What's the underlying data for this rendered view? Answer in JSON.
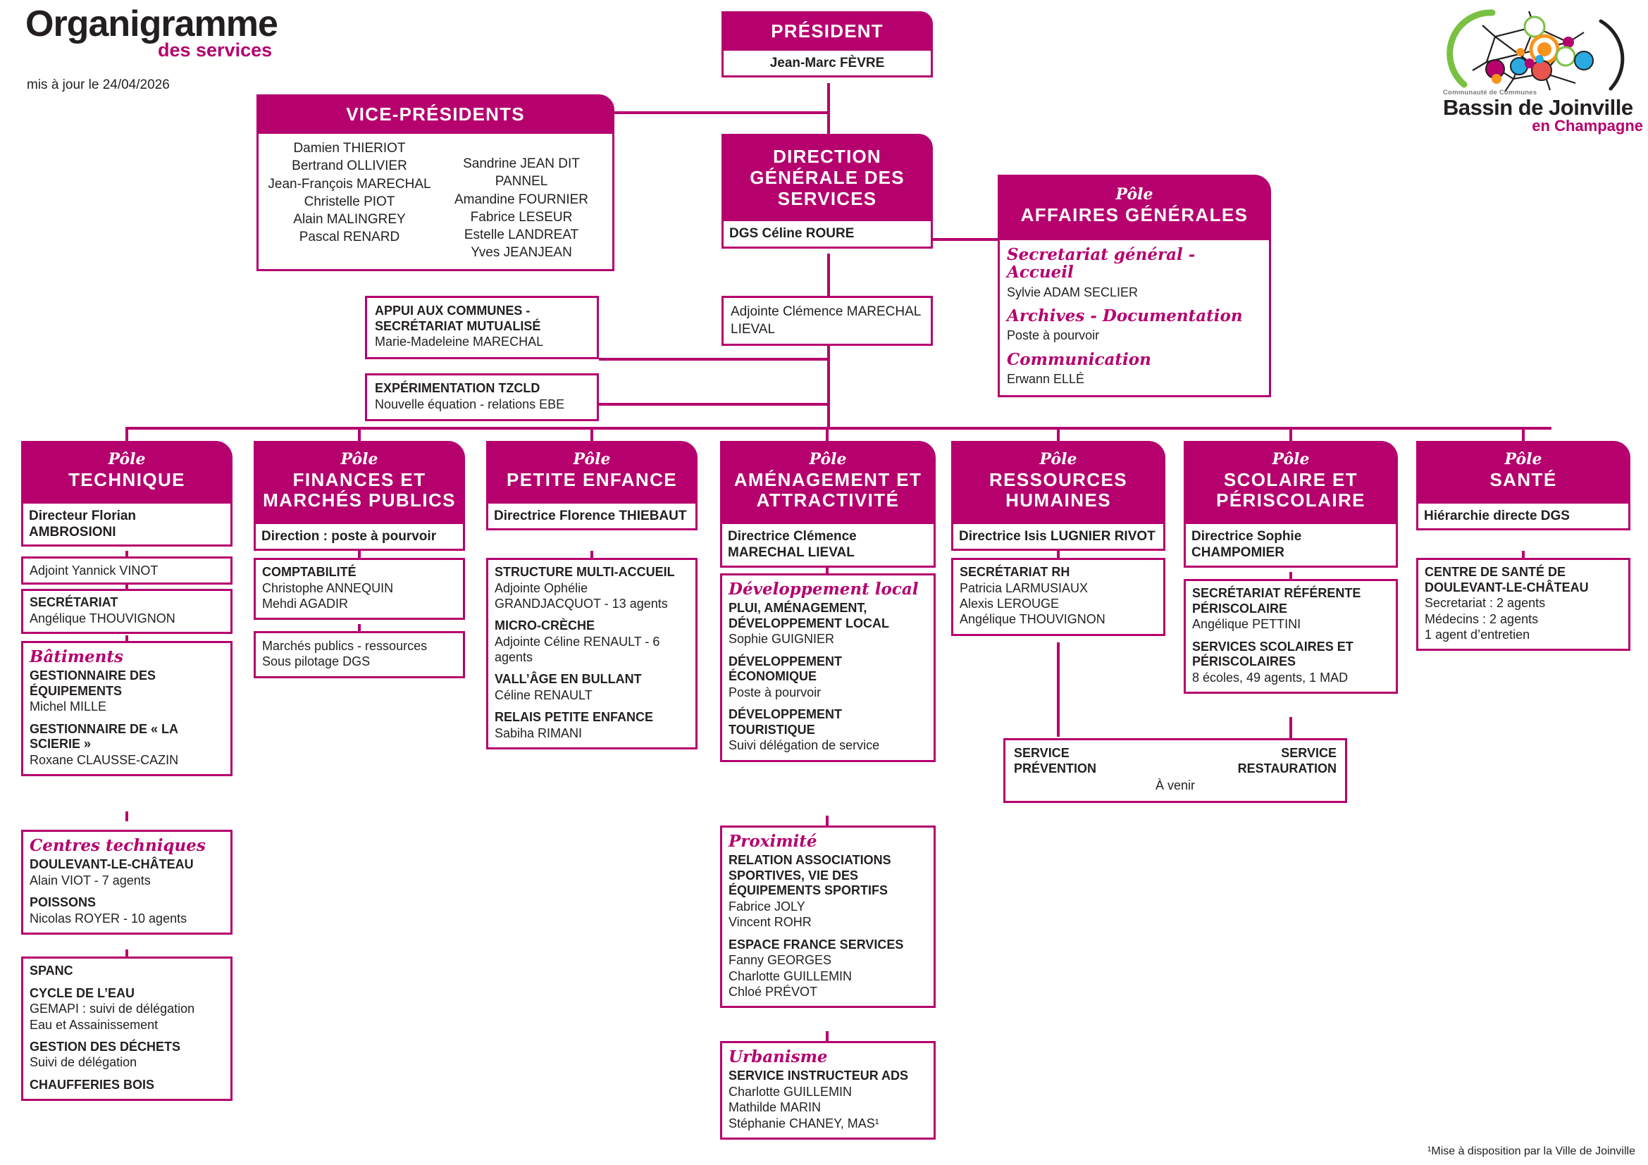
{
  "header": {
    "title": "Organigramme",
    "subtitle": "des services",
    "updated": "mis à jour le 24/04/2026"
  },
  "logo": {
    "line_cc": "Communauté de Communes",
    "line_main": "Bassin de Joinville",
    "line_sub": "en Champagne"
  },
  "president": {
    "header": "PRÉSIDENT",
    "name": "Jean-Marc FÈVRE"
  },
  "vice_presidents": {
    "header": "VICE-PRÉSIDENTS",
    "col1": [
      "Damien THIERIOT",
      "Bertrand OLLIVIER",
      "Jean-François MARECHAL",
      "Christelle PIOT",
      "Alain MALINGREY",
      "Pascal RENARD"
    ],
    "col2": [
      "Sandrine JEAN DIT PANNEL",
      "Amandine FOURNIER",
      "Fabrice LESEUR",
      "Estelle LANDREAT",
      "Yves JEANJEAN"
    ]
  },
  "direction_generale": {
    "header": "DIRECTION GÉNÉRALE DES SERVICES",
    "dgs": "DGS Céline ROURE",
    "adjointe": "Adjointe Clémence MARECHAL LIEVAL"
  },
  "appui_communes": {
    "title": "APPUI AUX COMMUNES - SECRÉTARIAT MUTUALISÉ",
    "name": "Marie-Madeleine MARECHAL"
  },
  "tzcld": {
    "title": "EXPÉRIMENTATION TZCLD",
    "name": "Nouvelle équation - relations EBE"
  },
  "affaires_generales": {
    "pole_word": "Pôle",
    "name": "AFFAIRES GÉNÉRALES",
    "groups": [
      {
        "script": "Secretariat général - Accueil",
        "lines": [
          "Sylvie ADAM SECLIER"
        ]
      },
      {
        "script": "Archives - Documentation",
        "lines": [
          "Poste à pourvoir"
        ]
      },
      {
        "script": "Communication",
        "lines": [
          "Erwann ELLÉ"
        ]
      }
    ]
  },
  "poles": {
    "technique": {
      "pole_word": "Pôle",
      "name": "TECHNIQUE",
      "director": "Directeur Florian AMBROSIONI",
      "adjoint": "Adjoint Yannick VINOT",
      "secretariat": {
        "label": "SECRÉTARIAT",
        "value": "Angélique THOUVIGNON"
      },
      "batiments": {
        "script": "Bâtiments",
        "groups": [
          {
            "label": "GESTIONNAIRE DES ÉQUIPEMENTS",
            "lines": [
              "Michel MILLE"
            ]
          },
          {
            "label": "GESTIONNAIRE DE « LA SCIERIE »",
            "lines": [
              "Roxane CLAUSSE-CAZIN"
            ]
          }
        ]
      },
      "centres": {
        "script": "Centres techniques",
        "groups": [
          {
            "label": "DOULEVANT-LE-CHÂTEAU",
            "lines": [
              "Alain VIOT - 7 agents"
            ]
          },
          {
            "label": "POISSONS",
            "lines": [
              "Nicolas ROYER - 10 agents"
            ]
          }
        ]
      },
      "eau": {
        "groups": [
          {
            "label": "SPANC",
            "lines": []
          },
          {
            "label": "CYCLE DE L’EAU",
            "lines": [
              "GEMAPI : suivi de délégation",
              "Eau et Assainissement"
            ]
          },
          {
            "label": "GESTION DES DÉCHETS",
            "lines": [
              "Suivi de délégation"
            ]
          },
          {
            "label": "CHAUFFERIES BOIS",
            "lines": []
          }
        ]
      }
    },
    "finances": {
      "pole_word": "Pôle",
      "name": "FINANCES ET MARCHÉS PUBLICS",
      "director": "Direction : poste à pourvoir",
      "comptabilite": {
        "label": "COMPTABILITÉ",
        "lines": [
          "Christophe ANNEQUIN",
          "Mehdi AGADIR"
        ]
      },
      "marches": {
        "lines": [
          "Marchés publics - ressources",
          "Sous pilotage DGS"
        ]
      }
    },
    "petite_enfance": {
      "pole_word": "Pôle",
      "name": "PETITE ENFANCE",
      "director": "Directrice Florence THIEBAUT",
      "groups": [
        {
          "label": "STRUCTURE MULTI-ACCUEIL",
          "lines": [
            "Adjointe Ophélie GRANDJACQUOT - 13 agents"
          ]
        },
        {
          "label": "MICRO-CRÈCHE",
          "lines": [
            "Adjointe Céline RENAULT - 6 agents"
          ]
        },
        {
          "label": "VALL’ÂGE EN BULLANT",
          "lines": [
            "Céline RENAULT"
          ]
        },
        {
          "label": "RELAIS PETITE ENFANCE",
          "lines": [
            "Sabiha RIMANI"
          ]
        }
      ]
    },
    "amenagement": {
      "pole_word": "Pôle",
      "name": "AMÉNAGEMENT ET ATTRACTIVITÉ",
      "director": "Directrice Clémence MARECHAL LIEVAL",
      "developpement": {
        "script": "Développement local",
        "groups": [
          {
            "label": "PLUI, AMÉNAGEMENT, DÉVELOPPEMENT LOCAL",
            "lines": [
              "Sophie GUIGNIER"
            ]
          },
          {
            "label": "DÉVELOPPEMENT ÉCONOMIQUE",
            "lines": [
              "Poste à pourvoir"
            ]
          },
          {
            "label": "DÉVELOPPEMENT TOURISTIQUE",
            "lines": [
              "Suivi délégation de service"
            ]
          }
        ]
      },
      "proximite": {
        "script": "Proximité",
        "groups": [
          {
            "label": "RELATION ASSOCIATIONS SPORTIVES, VIE DES ÉQUIPEMENTS SPORTIFS",
            "lines": [
              "Fabrice JOLY",
              "Vincent ROHR"
            ]
          },
          {
            "label": "ESPACE FRANCE SERVICES",
            "lines": [
              "Fanny GEORGES",
              "Charlotte GUILLEMIN",
              "Chloé PRÉVOT"
            ]
          }
        ]
      },
      "urbanisme": {
        "script": "Urbanisme",
        "groups": [
          {
            "label": "SERVICE INSTRUCTEUR ADS",
            "lines": [
              "Charlotte GUILLEMIN",
              "Mathilde MARIN",
              "Stéphanie CHANEY, MAS¹"
            ]
          }
        ]
      }
    },
    "rh": {
      "pole_word": "Pôle",
      "name": "RESSOURCES HUMAINES",
      "director": "Directrice Isis LUGNIER  RIVOT",
      "secretariat": {
        "label": "SECRÉTARIAT RH",
        "lines": [
          "Patricia LARMUSIAUX",
          "Alexis LEROUGE",
          "Angélique THOUVIGNON"
        ]
      }
    },
    "scolaire": {
      "pole_word": "Pôle",
      "name": "SCOLAIRE ET PÉRISCOLAIRE",
      "director": "Directrice Sophie CHAMPOMIER",
      "groups": [
        {
          "label": "SECRÉTARIAT RÉFÉRENTE PÉRISCOLAIRE",
          "lines": [
            "Angélique PETTINI"
          ]
        },
        {
          "label": "SERVICES SCOLAIRES ET PÉRISCOLAIRES",
          "lines": [
            "8 écoles, 49 agents, 1 MAD"
          ]
        }
      ]
    },
    "sante": {
      "pole_word": "Pôle",
      "name": "SANTÉ",
      "director": "Hiérarchie directe DGS",
      "groups": [
        {
          "label": "CENTRE DE SANTÉ DE DOULEVANT-LE-CHÂTEAU",
          "lines": [
            "Secretariat : 2 agents",
            "Médecins : 2 agents",
            "1 agent d’entretien"
          ]
        }
      ]
    }
  },
  "services_transverses": {
    "left_label": "SERVICE PRÉVENTION",
    "right_label": "SERVICE RESTAURATION",
    "center_note": "À venir"
  },
  "footnote": "¹Mise à disposition par la Ville de Joinville",
  "colors": {
    "brand_magenta": "#b5006e",
    "text_dark": "#231f20",
    "logo_green": "#7ac143",
    "logo_orange": "#f7941e",
    "logo_blue": "#29abe2"
  }
}
